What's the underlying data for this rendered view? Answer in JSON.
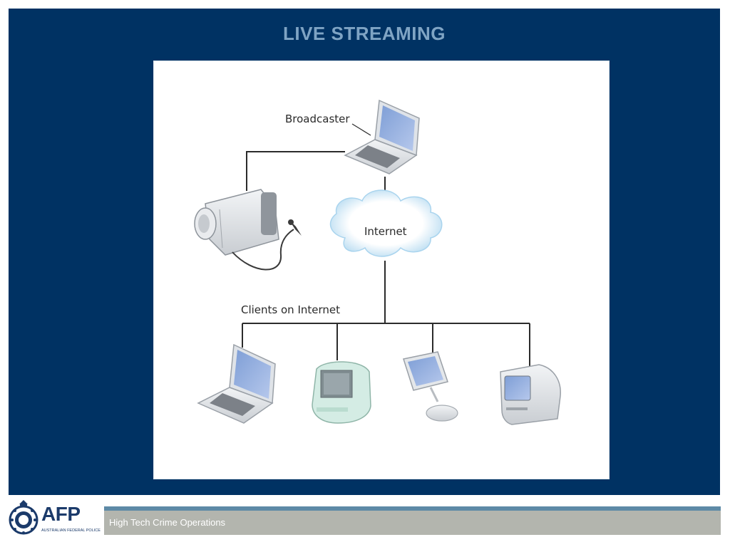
{
  "slide": {
    "title": "LIVE STREAMING"
  },
  "diagram": {
    "broadcaster_label": "Broadcaster",
    "internet_label": "Internet",
    "clients_label": "Clients on Internet",
    "devices": [
      "camcorder-icon",
      "broadcaster-laptop-icon",
      "internet-cloud-icon",
      "client-laptop-icon",
      "client-imac-icon",
      "client-flat-panel-imac-icon",
      "client-emac-icon"
    ]
  },
  "footer": {
    "logo_text": "AFP",
    "logo_subtext": "AUSTRALIAN FEDERAL POLICE",
    "department": "High Tech Crime Operations"
  },
  "colors": {
    "panel_background": "#003263",
    "title_color": "#7fa4c4",
    "footer_stripe": "#5e8aa6",
    "footer_band": "#b3b5ae"
  }
}
